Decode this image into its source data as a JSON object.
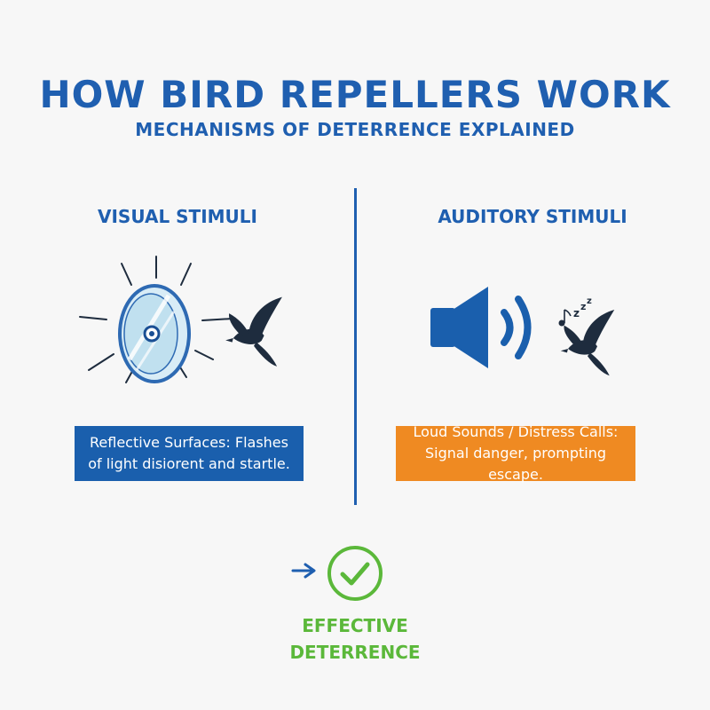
{
  "title": "HOW BIRD REPELLERS WORK",
  "subtitle": "MECHANISMS OF DETERRENCE EXPLAINED",
  "visual": {
    "heading": "VISUAL STIMULI",
    "caption_line1": "Reflective Surfaces: Flashes",
    "caption_line2": "of light disiorent and startle."
  },
  "auditory": {
    "heading": "AUDITORY STIMULI",
    "caption_line1": "Loud Sounds / Distress Calls:",
    "caption_line2": "Signal danger, prompting escape."
  },
  "result": {
    "line1": "EFFECTIVE",
    "line2": "DETERRENCE"
  },
  "icons": [
    "reflective-disc-icon",
    "bird-icon",
    "speaker-icon",
    "music-note-icon",
    "arrow-right-icon",
    "checkmark-circle-icon"
  ],
  "colors": {
    "primary": "#1f5fb0",
    "caption_visual": "#1a5fad",
    "caption_auditory": "#ef8a22",
    "success": "#5bb83a",
    "bird": "#1e2c3e"
  }
}
